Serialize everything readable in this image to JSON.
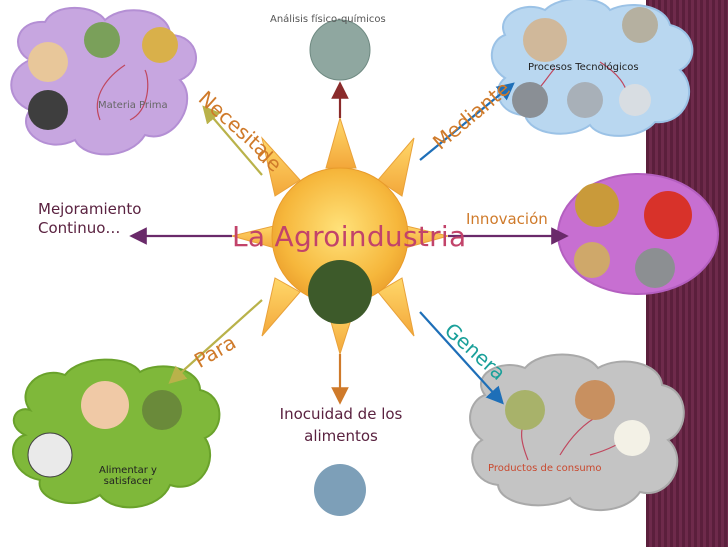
{
  "title": "La Agroindustria",
  "center_label": "La Agroindustria",
  "connectors": {
    "necesita": "Necesita",
    "de": "de",
    "mediante": "Mediante",
    "para": "Para",
    "genera": "Genera"
  },
  "nodes": {
    "analisis": "Análisis físico-químicos",
    "materia_prima": "Materia Prima",
    "procesos": "Procesos Tecnológicos",
    "mejoramiento": "Mejoramiento\nContinuo…",
    "innovacion": "Innovación",
    "inocuidad": "Inocuidad de los\nalimentos",
    "alimentar": "Alimentar y\nsatisfacer",
    "productos": "Productos de consumo"
  },
  "colors": {
    "title": "#c2436a",
    "cloud_purple": "#c7a6e0",
    "cloud_pink": "#c76fd1",
    "cloud_green": "#7fb83a",
    "cloud_gray": "#bfbfbf",
    "sun_ray": "#f6c04d",
    "arrow_dark": "#8a2b2b",
    "arrow_blue": "#1e6fb8",
    "arrow_olive": "#b9b24a",
    "arrow_purple": "#6a2a6a"
  }
}
